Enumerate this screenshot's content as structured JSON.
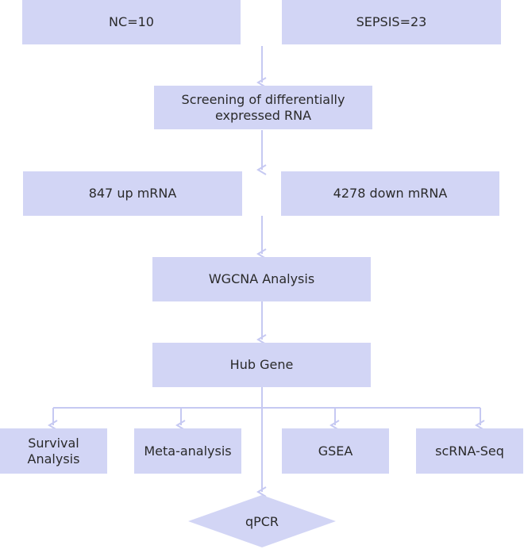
{
  "nodes": {
    "nc": "NC=10",
    "sepsis": "SEPSIS=23",
    "screening": "Screening of differentially\nexpressed RNA",
    "up": "847 up mRNA",
    "down": "4278 down mRNA",
    "wgcna": "WGCNA Analysis",
    "hub": "Hub Gene",
    "survival": "Survival\nAnalysis",
    "meta": "Meta-analysis",
    "gsea": "GSEA",
    "scrna": "scRNA-Seq",
    "qpcr": "qPCR"
  },
  "colors": {
    "node_fill": "#d2d5f5",
    "edge": "#c6c9f2",
    "text": "#2a2a2a"
  }
}
